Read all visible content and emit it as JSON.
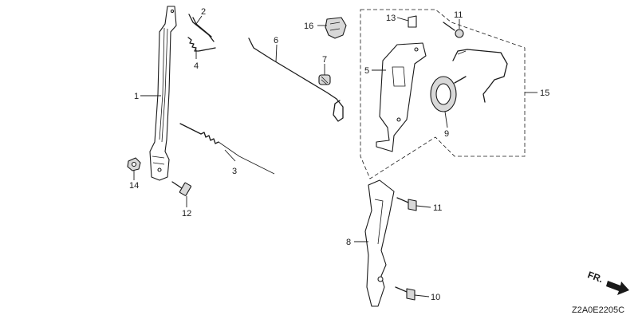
{
  "diagram": {
    "callouts": {
      "c1": "1",
      "c2": "2",
      "c3": "3",
      "c4": "4",
      "c5": "5",
      "c6": "6",
      "c7": "7",
      "c8": "8",
      "c9": "9",
      "c10": "10",
      "c11a": "11",
      "c11b": "11",
      "c12": "12",
      "c13": "13",
      "c14": "14",
      "c15": "15",
      "c16": "16"
    },
    "direction_label": "FR.",
    "diagram_code": "Z2A0E2205C"
  }
}
